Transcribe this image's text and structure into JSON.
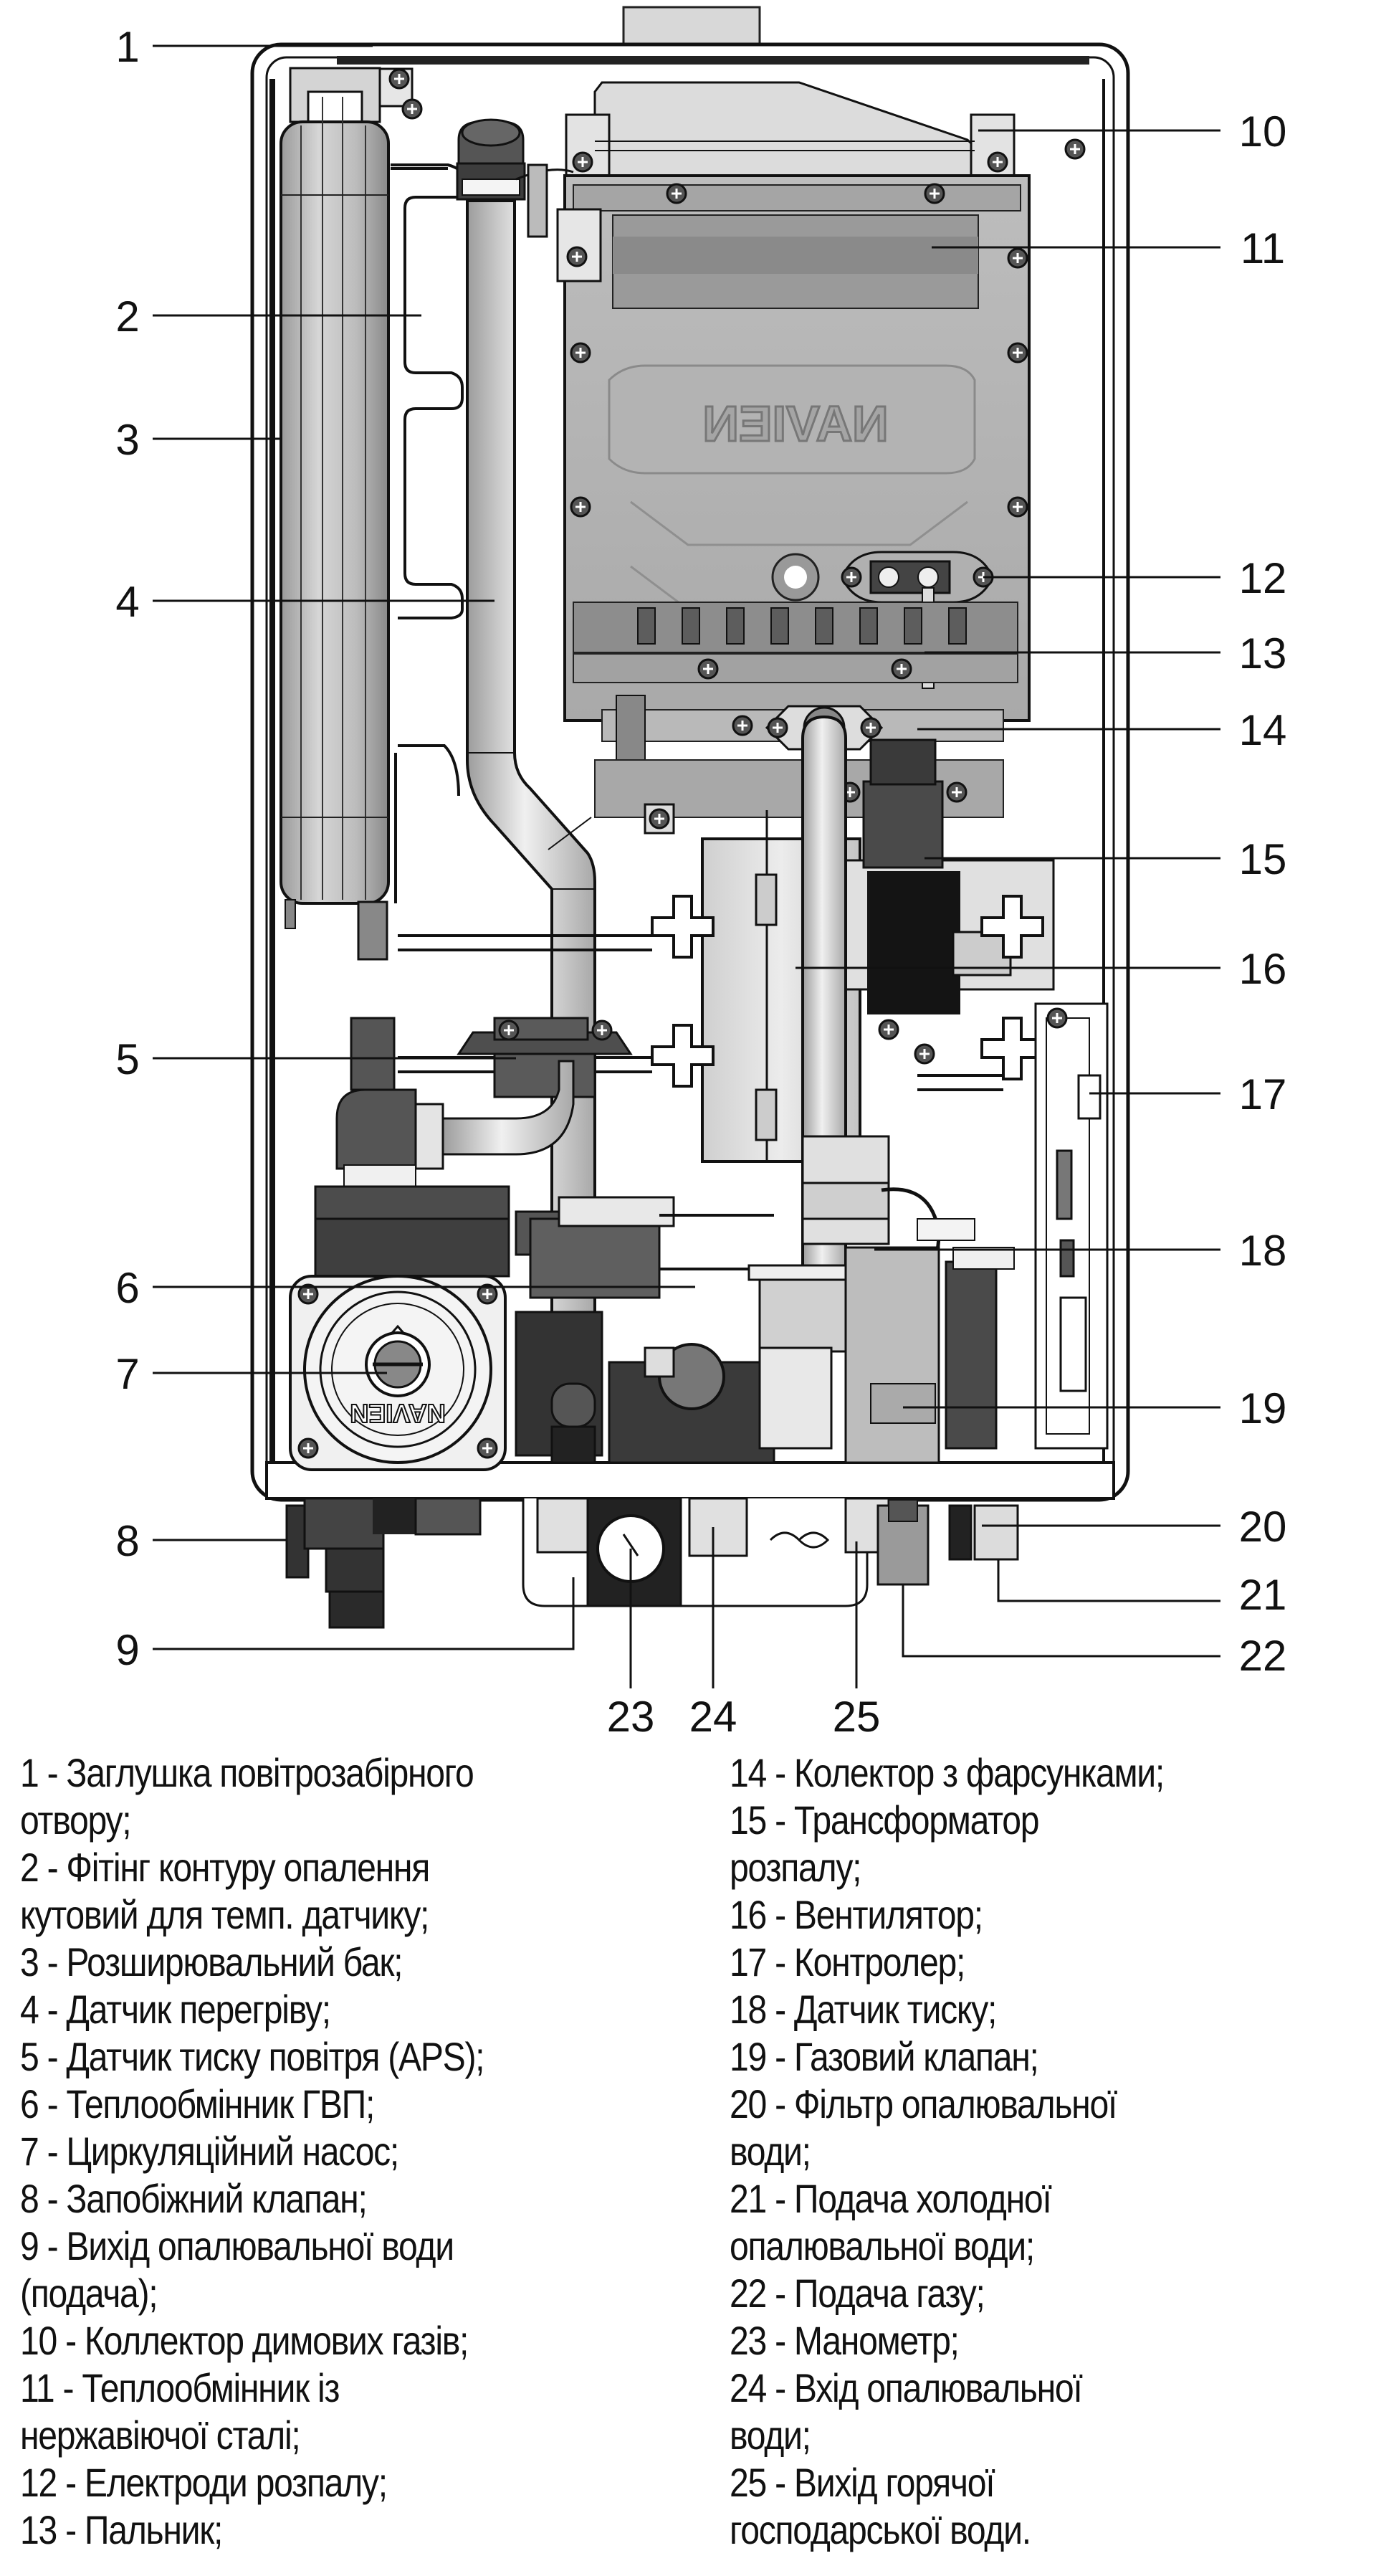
{
  "diagram": {
    "subject": "Navien gas boiler internal components",
    "brand_logo_text": "NAVIEN",
    "callouts": [
      {
        "id": "1",
        "label": "1"
      },
      {
        "id": "2",
        "label": "2"
      },
      {
        "id": "3",
        "label": "3"
      },
      {
        "id": "4",
        "label": "4"
      },
      {
        "id": "5",
        "label": "5"
      },
      {
        "id": "6",
        "label": "6"
      },
      {
        "id": "7",
        "label": "7"
      },
      {
        "id": "8",
        "label": "8"
      },
      {
        "id": "9",
        "label": "9"
      },
      {
        "id": "10",
        "label": "10"
      },
      {
        "id": "11",
        "label": "11"
      },
      {
        "id": "12",
        "label": "12"
      },
      {
        "id": "13",
        "label": "13"
      },
      {
        "id": "14",
        "label": "14"
      },
      {
        "id": "15",
        "label": "15"
      },
      {
        "id": "16",
        "label": "16"
      },
      {
        "id": "17",
        "label": "17"
      },
      {
        "id": "18",
        "label": "18"
      },
      {
        "id": "19",
        "label": "19"
      },
      {
        "id": "20",
        "label": "20"
      },
      {
        "id": "21",
        "label": "21"
      },
      {
        "id": "22",
        "label": "22"
      },
      {
        "id": "23",
        "label": "23"
      },
      {
        "id": "24",
        "label": "24"
      },
      {
        "id": "25",
        "label": "25"
      }
    ]
  },
  "legend": {
    "left": [
      "1 - Заглушка повітрозабірного\nотвору;",
      "2 - Фітінг контуру опалення\nкутовий для темп. датчику;",
      "3 - Розширювальний бак;",
      "4 - Датчик перегріву;",
      "5 - Датчик тиску повітря (APS);",
      "6 - Теплообмінник ГВП;",
      "7 - Циркуляційний насос;",
      "8 - Запобіжний клапан;",
      "9 - Вихід опалювальної води\n(подача);",
      "10 - Коллектор димових газів;",
      "11 - Теплообмінник із\nнержавіючої сталі;",
      "12 - Електроди розпалу;",
      "13 - Пальник;"
    ],
    "right": [
      "14 - Колектор з фарсунками;",
      "15 - Трансформатор\nрозпалу;",
      "16 - Вентилятор;",
      "17 - Контролер;",
      "18 - Датчик тиску;",
      "19 - Газовий клапан;",
      "20 - Фільтр опалювальної\nводи;",
      "21 - Подача холодної\nопалювальної води;",
      "22 - Подача газу;",
      "23 - Манометр;",
      "24 - Вхід опалювальної\nводи;",
      "25 - Вихід горячої\nгосподарської води."
    ]
  }
}
